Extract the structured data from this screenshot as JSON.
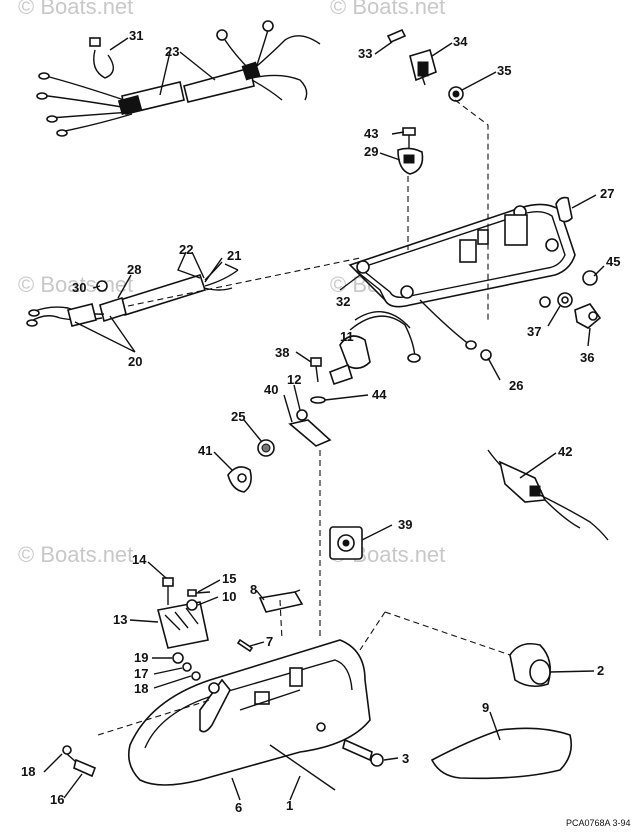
{
  "watermarks": [
    "© Boats.net",
    "© Boats.net",
    "© Boats.net",
    "© Boats.net",
    "© Boats.net",
    "© Boats.net"
  ],
  "drawing_code": "PCA0768A   3-94",
  "callouts": {
    "c1": "1",
    "c2": "2",
    "c3": "3",
    "c6": "6",
    "c7": "7",
    "c8": "8",
    "c9": "9",
    "c10": "10",
    "c11": "11",
    "c12": "12",
    "c13": "13",
    "c14": "14",
    "c15": "15",
    "c16": "16",
    "c17": "17",
    "c18a": "18",
    "c18b": "18",
    "c19": "19",
    "c20": "20",
    "c21": "21",
    "c22": "22",
    "c23": "23",
    "c25": "25",
    "c26": "26",
    "c27": "27",
    "c28": "28",
    "c29": "29",
    "c30": "30",
    "c31": "31",
    "c32": "32",
    "c33": "33",
    "c34": "34",
    "c35": "35",
    "c36": "36",
    "c37": "37",
    "c38": "38",
    "c39": "39",
    "c40": "40",
    "c41": "41",
    "c42": "42",
    "c43": "43",
    "c44": "44",
    "c45": "45"
  }
}
